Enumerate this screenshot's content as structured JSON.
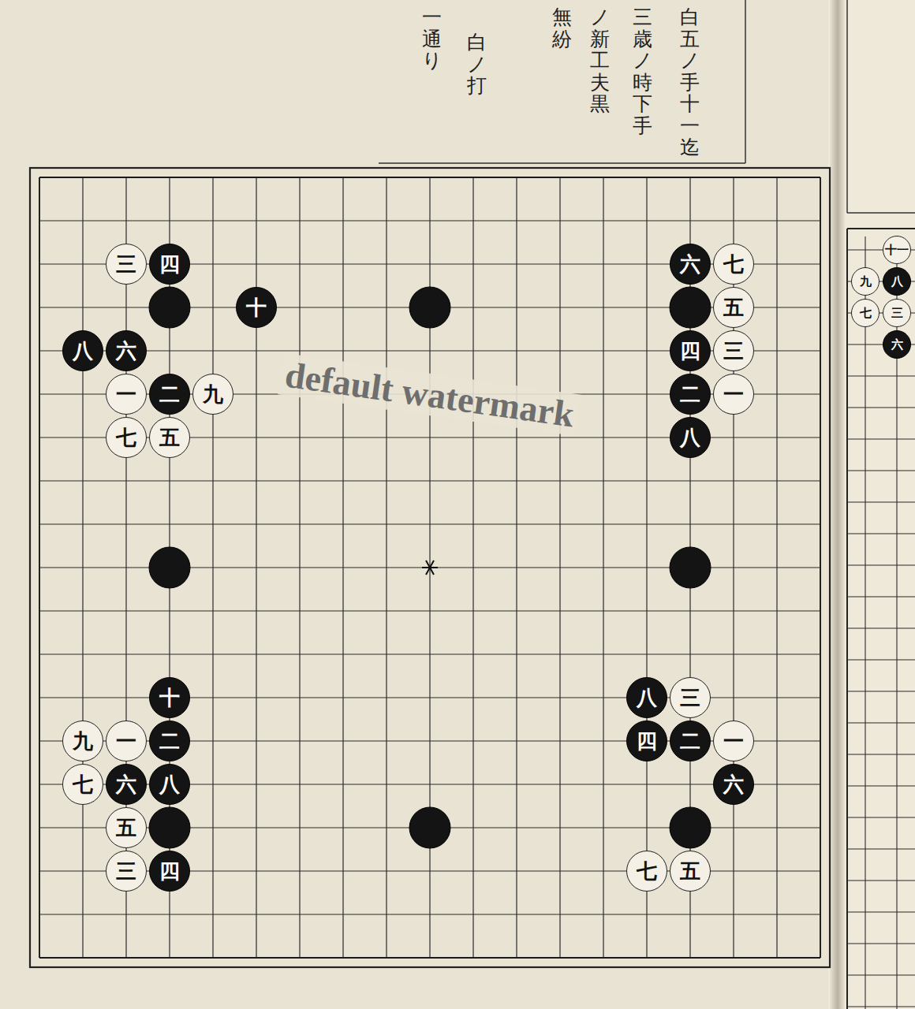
{
  "diagram": {
    "nodes": [
      {
        "text": [
          "一"
        ]
      },
      {
        "text": [
          "二"
        ]
      },
      {
        "text": [
          "三"
        ]
      },
      {
        "text": [
          "四"
        ]
      },
      {
        "text": [
          "五"
        ]
      },
      {
        "text": [
          "六"
        ]
      },
      {
        "text": [
          "七"
        ]
      },
      {
        "text": [
          "八"
        ]
      },
      {
        "text": [
          "九"
        ]
      },
      {
        "text": [
          "十"
        ]
      },
      {
        "text": [
          "一"
        ]
      },
      {
        "text": [
          "二"
        ]
      },
      {
        "text": [
          "三"
        ]
      },
      {
        "text": [
          "四"
        ]
      },
      {
        "text": [
          "五"
        ]
      },
      {
        "text": [
          "六"
        ]
      },
      {
        "text": [
          "七"
        ]
      },
      {
        "text": [
          "八"
        ]
      },
      {
        "text": [
          "一"
        ]
      },
      {
        "text": [
          "二"
        ]
      },
      {
        "text": [
          "三"
        ]
      },
      {
        "text": [
          "四"
        ]
      },
      {
        "text": [
          "五"
        ]
      },
      {
        "text": [
          "六"
        ]
      },
      {
        "text": [
          "七"
        ]
      },
      {
        "text": [
          "八"
        ]
      },
      {
        "text": [
          "九"
        ]
      },
      {
        "text": [
          "十"
        ]
      },
      {
        "text": [
          "一"
        ]
      },
      {
        "text": [
          "二"
        ]
      },
      {
        "text": [
          "三"
        ]
      },
      {
        "text": [
          "四"
        ]
      },
      {
        "text": [
          "五"
        ]
      },
      {
        "text": [
          "六"
        ]
      },
      {
        "text": [
          "七"
        ]
      },
      {
        "text": [
          "八"
        ]
      },
      {
        "text": [
          "十一"
        ]
      },
      {
        "text": [
          "八"
        ]
      },
      {
        "text": [
          "九"
        ]
      },
      {
        "text": [
          "三"
        ]
      },
      {
        "text": [
          "七"
        ]
      },
      {
        "text": [
          "六"
        ]
      }
    ],
    "labels": [
      "白五ノ手十一迄",
      "三歳ノ時下手",
      "ノ新工夫黒",
      "無紛",
      "白ノ打",
      "一通り",
      "default watermark"
    ]
  }
}
